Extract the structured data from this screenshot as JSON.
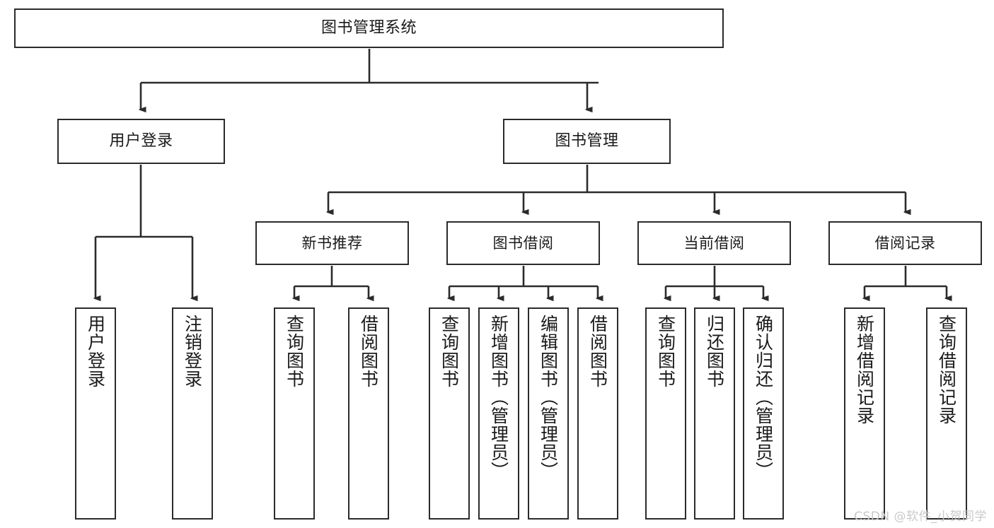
{
  "diagram": {
    "title": "图书管理系统",
    "type": "功能结构图",
    "watermark": "CSDN @软件_小贺同学",
    "colors": {
      "box_border": "#2b2b2b",
      "box_fill": "#ffffff",
      "connector": "#2b2b2b",
      "text": "#1a1a1a",
      "watermark": "#c9c9c9",
      "background": "#ffffff"
    },
    "root": {
      "label": "图书管理系统"
    },
    "level2": [
      {
        "id": "user-login",
        "label": "用户登录"
      },
      {
        "id": "book-manage",
        "label": "图书管理"
      }
    ],
    "level3": [
      {
        "id": "new-book-rec",
        "label": "新书推荐",
        "parent": "book-manage"
      },
      {
        "id": "book-borrow",
        "label": "图书借阅",
        "parent": "book-manage"
      },
      {
        "id": "current-borrow",
        "label": "当前借阅",
        "parent": "book-manage"
      },
      {
        "id": "borrow-record",
        "label": "借阅记录",
        "parent": "book-manage"
      }
    ],
    "leaves": [
      {
        "id": "leaf-user-login",
        "label": "用户登录",
        "parent": "user-login"
      },
      {
        "id": "leaf-user-logout",
        "label": "注销登录",
        "parent": "user-login"
      },
      {
        "id": "leaf-rec-query",
        "label": "查询图书",
        "parent": "new-book-rec"
      },
      {
        "id": "leaf-rec-borrow",
        "label": "借阅图书",
        "parent": "new-book-rec"
      },
      {
        "id": "leaf-bb-query",
        "label": "查询图书",
        "parent": "book-borrow"
      },
      {
        "id": "leaf-bb-add",
        "label": "新增图书（管理员）",
        "parent": "book-borrow"
      },
      {
        "id": "leaf-bb-edit",
        "label": "编辑图书（管理员）",
        "parent": "book-borrow"
      },
      {
        "id": "leaf-bb-borrow",
        "label": "借阅图书",
        "parent": "book-borrow"
      },
      {
        "id": "leaf-cb-query",
        "label": "查询图书",
        "parent": "current-borrow"
      },
      {
        "id": "leaf-cb-return",
        "label": "归还图书",
        "parent": "current-borrow"
      },
      {
        "id": "leaf-cb-confirm",
        "label": "确认归还（管理员）",
        "parent": "current-borrow"
      },
      {
        "id": "leaf-br-add",
        "label": "新增借阅记录",
        "parent": "borrow-record"
      },
      {
        "id": "leaf-br-query",
        "label": "查询借阅记录",
        "parent": "borrow-record"
      }
    ]
  }
}
